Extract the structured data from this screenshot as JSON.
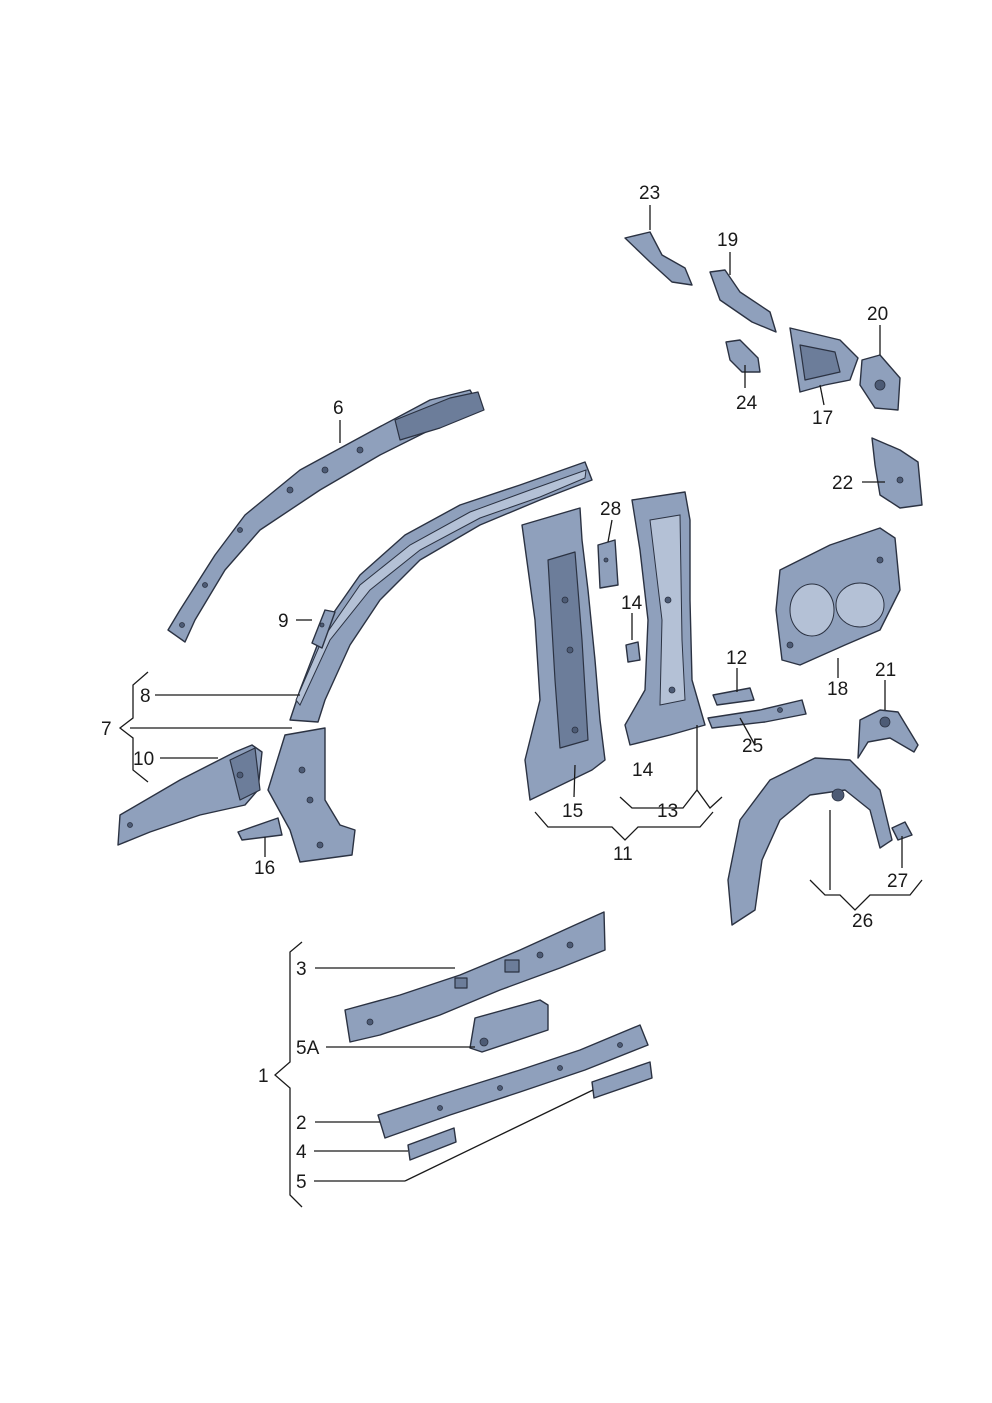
{
  "colors": {
    "metal": "#8fa0bc",
    "metal_shadow": "#6c7d9a",
    "metal_highlight": "#b4c1d6",
    "outline": "#2b3242",
    "label": "#1a1a1a"
  },
  "labels": {
    "l1": "1",
    "l2": "2",
    "l3": "3",
    "l4": "4",
    "l5": "5",
    "l5a": "5A",
    "l6": "6",
    "l7": "7",
    "l8": "8",
    "l9": "9",
    "l10": "10",
    "l11": "11",
    "l12": "12",
    "l13": "13",
    "l14a": "14",
    "l14b": "14",
    "l15": "15",
    "l16": "16",
    "l17": "17",
    "l18": "18",
    "l19": "19",
    "l20": "20",
    "l21": "21",
    "l22": "22",
    "l23": "23",
    "l24": "24",
    "l25": "25",
    "l26": "26",
    "l27": "27",
    "l28": "28"
  }
}
